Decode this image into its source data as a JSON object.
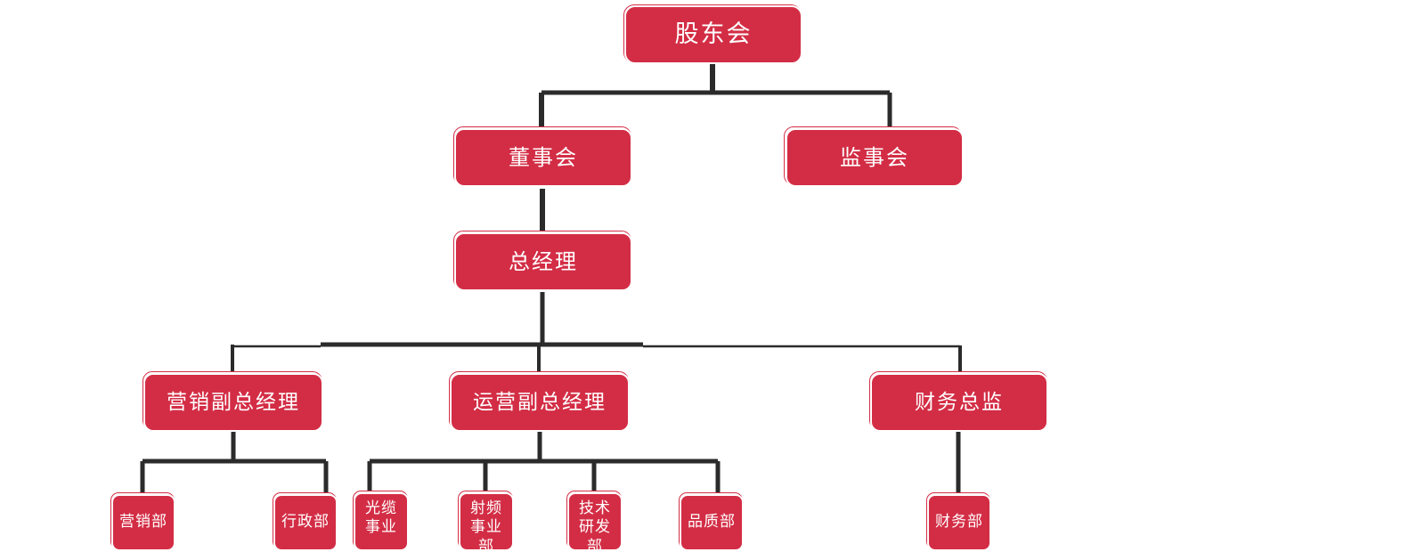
{
  "chart": {
    "type": "organization-chart",
    "title": "",
    "colors": {
      "node_fill": "#d32d45",
      "node_text": "#ffffff",
      "node_border": "#ffffff",
      "ghost_outline": "#d32d45",
      "connector": "#2b2b2b",
      "background": "#ffffff"
    }
  },
  "nodes": {
    "shareholders_meeting": {
      "label": "股东会",
      "level": 0
    },
    "board_of_directors": {
      "label": "董事会",
      "level": 1
    },
    "board_of_supervisors": {
      "label": "监事会",
      "level": 1
    },
    "general_manager": {
      "label": "总经理",
      "level": 2
    },
    "marketing_vp": {
      "label": "营销副总经理",
      "level": 3
    },
    "operations_vp": {
      "label": "运营副总经理",
      "level": 3
    },
    "finance_director": {
      "label": "财务总监",
      "level": 3
    },
    "marketing_dept": {
      "label": "营销部",
      "level": 4
    },
    "admin_dept": {
      "label": "行政部",
      "level": 4
    },
    "optical_cable_div": {
      "label": "光缆事业",
      "level": 4
    },
    "rf_div": {
      "label": "射频事业部",
      "level": 4
    },
    "rd_dept": {
      "label": "技术研发部",
      "level": 4
    },
    "quality_dept": {
      "label": "品质部",
      "level": 4
    },
    "finance_dept": {
      "label": "财务部",
      "level": 4
    }
  },
  "hierarchy": [
    {
      "parent": "shareholders_meeting",
      "children": [
        "board_of_directors",
        "board_of_supervisors"
      ]
    },
    {
      "parent": "board_of_directors",
      "children": [
        "general_manager"
      ]
    },
    {
      "parent": "general_manager",
      "children": [
        "marketing_vp",
        "operations_vp",
        "finance_director"
      ]
    },
    {
      "parent": "marketing_vp",
      "children": [
        "marketing_dept",
        "admin_dept"
      ]
    },
    {
      "parent": "operations_vp",
      "children": [
        "optical_cable_div",
        "rf_div",
        "rd_dept",
        "quality_dept"
      ]
    },
    {
      "parent": "finance_director",
      "children": [
        "finance_dept"
      ]
    }
  ]
}
